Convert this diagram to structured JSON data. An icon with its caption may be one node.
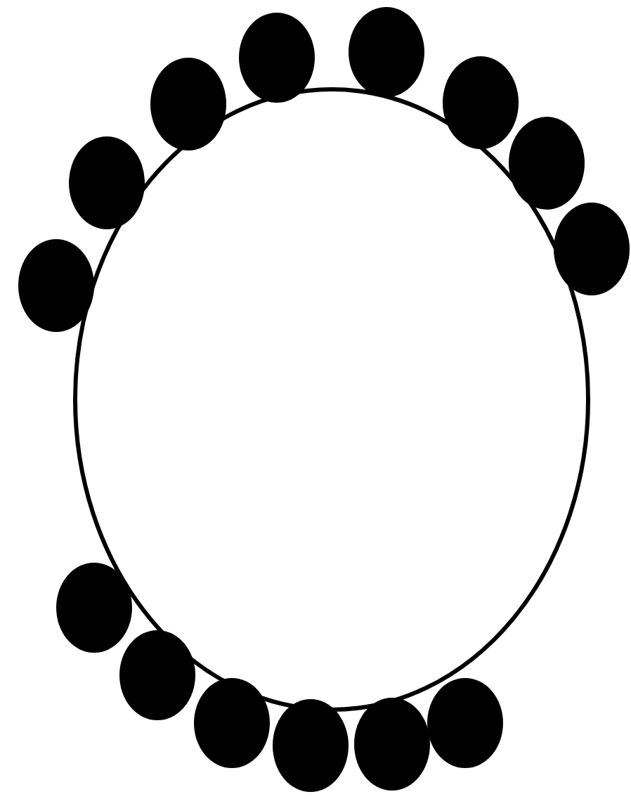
{
  "diagram": {
    "nodes": [
      {
        "text": [],
        "shape": "circle"
      },
      {
        "text": [],
        "shape": "circle"
      },
      {
        "text": [],
        "shape": "circle"
      },
      {
        "text": [],
        "shape": "circle"
      },
      {
        "text": [],
        "shape": "circle"
      },
      {
        "text": [],
        "shape": "circle"
      },
      {
        "text": [],
        "shape": "circle"
      },
      {
        "text": [],
        "shape": "circle"
      },
      {
        "text": [],
        "shape": "circle"
      },
      {
        "text": [],
        "shape": "circle"
      },
      {
        "text": [],
        "shape": "circle"
      },
      {
        "text": [],
        "shape": "circle"
      },
      {
        "text": [],
        "shape": "circle"
      },
      {
        "text": [],
        "shape": "circle"
      },
      {
        "text": [],
        "shape": "circle"
      }
    ]
  }
}
